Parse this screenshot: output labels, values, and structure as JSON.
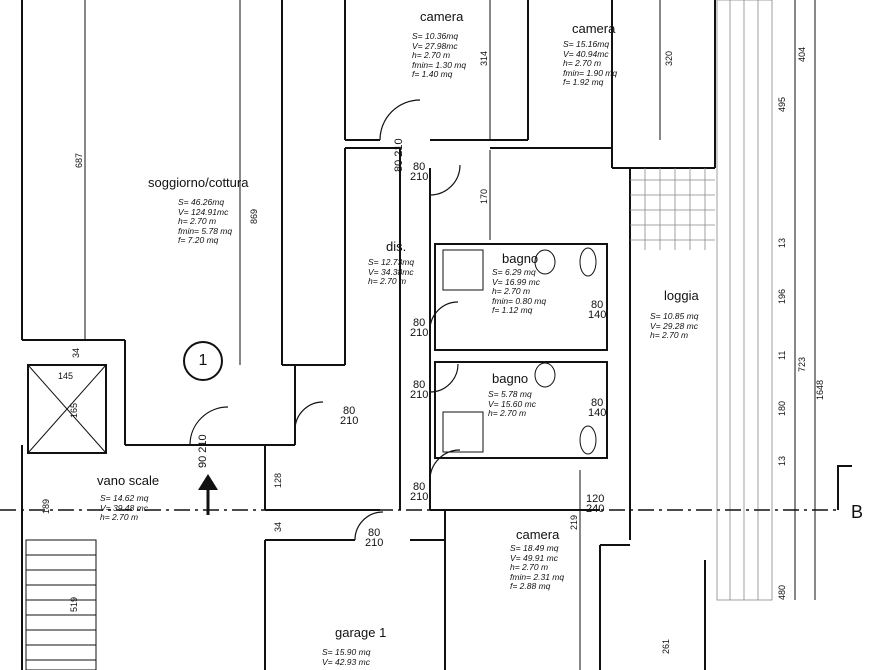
{
  "rooms": {
    "camera_top_left": {
      "name": "camera",
      "lines": [
        "S= 10.36mq",
        "V= 27.98mc",
        "h= 2.70 m",
        "fmin= 1.30 mq",
        "f= 1.40 mq"
      ]
    },
    "camera_top_right": {
      "name": "camera",
      "lines": [
        "S= 15.16mq",
        "V= 40.94mc",
        "h= 2.70 m",
        "fmin= 1.90 mq",
        "f= 1.92 mq"
      ]
    },
    "soggiorno": {
      "name": "soggiorno/cottura",
      "lines": [
        "S= 46.26mq",
        "V= 124.91mc",
        "h= 2.70 m",
        "fmin= 5.78 mq",
        "f= 7.20 mq"
      ]
    },
    "dis": {
      "name": "dis.",
      "lines": [
        "S= 12.73mq",
        "V= 34.38mc",
        "h= 2.70 m"
      ]
    },
    "bagno_top": {
      "name": "bagno",
      "lines": [
        "S= 6.29 mq",
        "V= 16.99 mc",
        "h= 2.70 m",
        "fmin= 0.80 mq",
        "f= 1.12 mq"
      ]
    },
    "bagno_bottom": {
      "name": "bagno",
      "lines": [
        "S= 5.78 mq",
        "V= 15.60 mc",
        "h= 2.70 m"
      ]
    },
    "loggia": {
      "name": "loggia",
      "lines": [
        "S= 10.85 mq",
        "V= 29.28 mc",
        "h= 2.70 m"
      ]
    },
    "vano_scale": {
      "name": "vano scale",
      "lines": [
        "S= 14.62 mq",
        "V= 39.48 mc",
        "h= 2.70 m"
      ]
    },
    "camera_bottom": {
      "name": "camera",
      "lines": [
        "S= 18.49 mq",
        "V= 49.91 mc",
        "h= 2.70 m",
        "fmin= 2.31 mq",
        "f= 2.88 mq"
      ]
    },
    "garage": {
      "name": "garage 1",
      "lines": [
        "S= 15.90 mq",
        "V= 42.93 mc"
      ]
    }
  },
  "doors": [
    {
      "w": "80",
      "h": "210"
    },
    {
      "w": "80",
      "h": "210"
    },
    {
      "w": "80",
      "h": "210"
    },
    {
      "w": "80",
      "h": "210"
    },
    {
      "w": "80",
      "h": "140"
    },
    {
      "w": "80",
      "h": "140"
    },
    {
      "w": "80",
      "h": "210"
    },
    {
      "w": "80",
      "h": "210"
    },
    {
      "w": "120",
      "h": "240"
    },
    {
      "w": "90",
      "h": "210"
    },
    {
      "w": "80",
      "h": "210"
    }
  ],
  "dimensions": {
    "d687": "687",
    "d869": "869",
    "d314": "314",
    "d320": "320",
    "d170": "170",
    "d145": "145",
    "d165": "165",
    "d34a": "34",
    "d34b": "34",
    "d128": "128",
    "d189": "189",
    "d519": "519",
    "d219": "219",
    "d261": "261",
    "d404": "404",
    "d495": "495",
    "d13a": "13",
    "d196": "196",
    "d11": "11",
    "d180": "180",
    "d13b": "13",
    "d480": "480",
    "d723": "723",
    "d1648": "1648"
  },
  "marker": {
    "number": "1",
    "section": "B"
  }
}
